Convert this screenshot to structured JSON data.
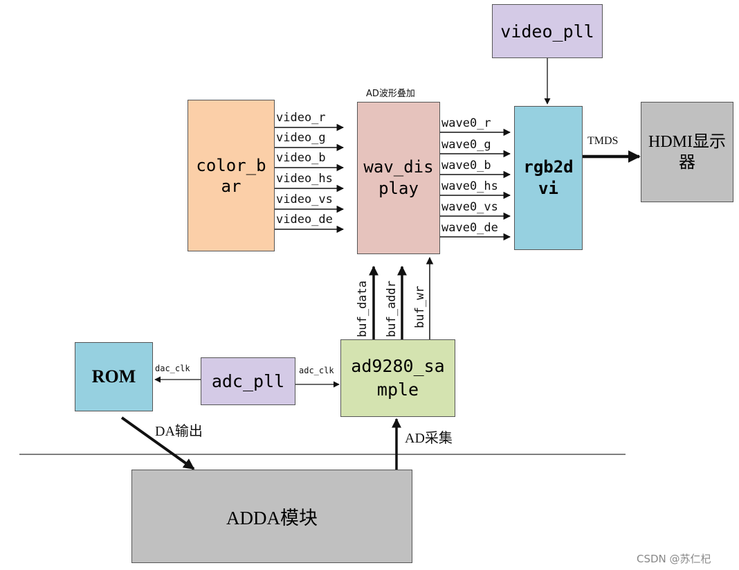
{
  "colors": {
    "color_bar": "#fbcfa8",
    "wav_display": "#e6c3bd",
    "rgb2dvi": "#96d0e0",
    "video_pll": "#d4cae6",
    "hdmi": "#c0c0c0",
    "rom": "#96d0e0",
    "adc_pll": "#d4cae6",
    "ad9280": "#d4e3b0",
    "adda": "#c0c0c0"
  },
  "blocks": {
    "color_bar": "color_b\nar",
    "wav_display": "wav_dis\nplay",
    "wav_display_caption": "AD波形叠加",
    "rgb2dvi": "rgb2d\nvi",
    "video_pll": "video_pll",
    "hdmi": "HDMI显示\n器",
    "rom": "ROM",
    "adc_pll": "adc_pll",
    "ad9280": "ad9280_sa\nmple",
    "adda": "ADDA模块"
  },
  "signals": {
    "video": [
      "video_r",
      "video_g",
      "video_b",
      "video_hs",
      "video_vs",
      "video_de"
    ],
    "wave0": [
      "wave0_r",
      "wave0_g",
      "wave0_b",
      "wave0_hs",
      "wave0_vs",
      "wave0_de"
    ],
    "buf": [
      "buf_data",
      "buf_addr",
      "buf_wr"
    ],
    "tmds": "TMDS",
    "dac_clk": "dac_clk",
    "adc_clk": "adc_clk",
    "da_out": "DA输出",
    "ad_in": "AD采集"
  },
  "watermark": "CSDN @苏仁杞"
}
